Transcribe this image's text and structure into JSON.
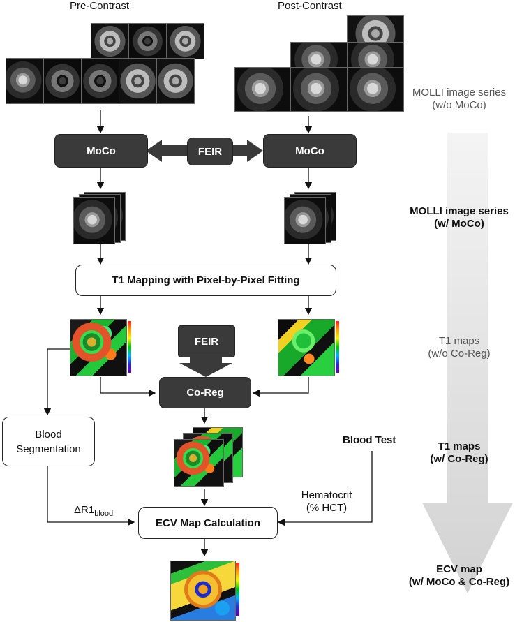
{
  "headers": {
    "pre": "Pre-Contrast",
    "post": "Post-Contrast"
  },
  "boxes": {
    "moco_left": "MoCo",
    "moco_right": "MoCo",
    "feir_top": "FEIR",
    "feir_mid": "FEIR",
    "t1_mapping": "T1 Mapping with Pixel-by-Pixel Fitting",
    "co_reg": "Co-Reg",
    "blood_seg": "Blood Segmentation",
    "ecv_calc": "ECV Map Calculation"
  },
  "labels": {
    "delta_r1": "ΔR1",
    "delta_r1_sub": "blood",
    "blood_test": "Blood Test",
    "hematocrit_line1": "Hematocrit",
    "hematocrit_line2": "(% HCT)"
  },
  "side_labels": {
    "s1_line1": "MOLLI image series",
    "s1_line2": "(w/o MoCo)",
    "s2_line1": "MOLLI image series",
    "s2_line2": "(w/ MoCo)",
    "s3_line1": "T1 maps",
    "s3_line2": "(w/o Co-Reg)",
    "s4_line1": "T1 maps",
    "s4_line2": "(w/ Co-Reg)",
    "s5_line1": "ECV map",
    "s5_line2": "(w/ MoCo & Co-Reg)"
  }
}
